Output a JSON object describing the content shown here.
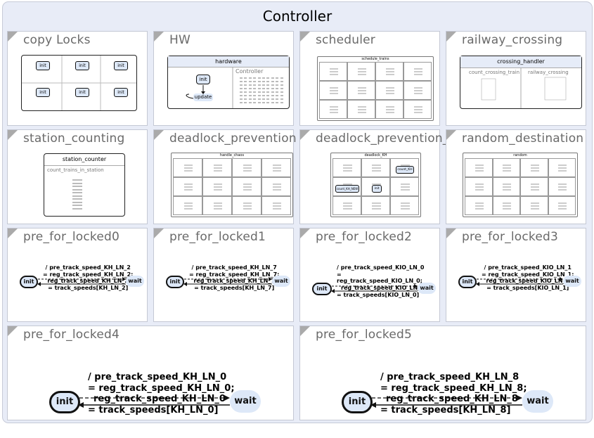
{
  "title": "Controller",
  "regions": {
    "copy_locks": "copy Locks",
    "hw": "HW",
    "scheduler": "scheduler",
    "railway_crossing": "railway_crossing",
    "station_counting": "station_counting",
    "deadlock_prevention_1": "deadlock_prevention",
    "deadlock_prevention_2": "deadlock_prevention_",
    "random_destination": "random_destination",
    "pre0": "pre_for_locked0",
    "pre1": "pre_for_locked1",
    "pre2": "pre_for_locked2",
    "pre3": "pre_for_locked3",
    "pre4": "pre_for_locked4",
    "pre5": "pre_for_locked5"
  },
  "copy_locks": {
    "state": "init"
  },
  "hw": {
    "box_title": "hardware",
    "state_init": "init",
    "state_update": "update",
    "sub_title": "Controller"
  },
  "scheduler": {
    "box_title": "schedule_trains"
  },
  "railway_crossing": {
    "box_title": "crossing_handler",
    "left": "count_crossing_train",
    "right": "railway_crossing"
  },
  "station_counting": {
    "box_title": "station_counter",
    "sub": "count_trains_in_station"
  },
  "deadlock_1": {
    "box_title": "handle_chaos"
  },
  "deadlock_2": {
    "box_title": "deadlock_KH",
    "inner1": "count_KH",
    "inner2": "count_KH_NEW",
    "inner3": "init"
  },
  "random_destination": {
    "box_title": "random"
  },
  "states": {
    "init": "init",
    "wait": "wait"
  },
  "pre0": {
    "lines": [
      "/ pre_track_speed_KH_LN_2",
      "= reg_track_speed_KH_LN_2;",
      "reg_track_speed_KH_LN_2",
      "= track_speeds[KH_LN_2]"
    ]
  },
  "pre1": {
    "lines": [
      "/ pre_track_speed_KH_LN_7",
      "= reg_track_speed_KH_LN_7;",
      "reg_track_speed_KH_LN_7",
      "= track_speeds[KH_LN_7]"
    ]
  },
  "pre2": {
    "lines": [
      "/ pre_track_speed_KIO_LN_0",
      "=",
      "reg_track_speed_KIO_LN_0;",
      "reg_track_speed_KIO_LN_0",
      "= track_speeds[KIO_LN_0]"
    ]
  },
  "pre3": {
    "lines": [
      "/ pre_track_speed_KIO_LN_1",
      "= reg_track_speed_KIO_LN_1;",
      "reg_track_speed_KIO_LN_1",
      "= track_speeds[KIO_LN_1]"
    ]
  },
  "pre4": {
    "lines": [
      "/ pre_track_speed_KH_LN_0",
      "= reg_track_speed_KH_LN_0;",
      "reg_track_speed_KH_LN_0",
      "= track_speeds[KH_LN_0]"
    ]
  },
  "pre5": {
    "lines": [
      "/ pre_track_speed_KH_LN_8",
      "= reg_track_speed_KH_LN_8;",
      "reg_track_speed_KH_LN_8",
      "= track_speeds[KH_LN_8]"
    ]
  }
}
